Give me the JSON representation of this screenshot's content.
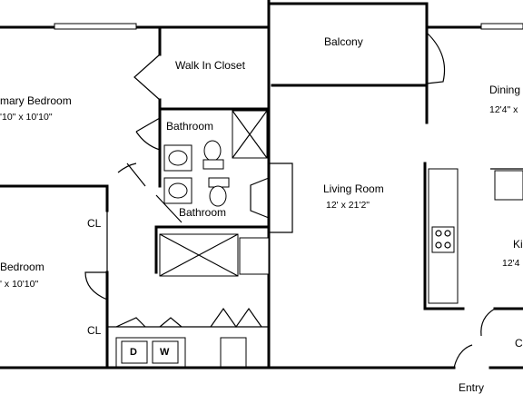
{
  "rooms": {
    "primary_bedroom": {
      "name": "mary Bedroom",
      "dims": "'10\" x 10'10\""
    },
    "walk_in_closet": {
      "name": "Walk In Closet"
    },
    "balcony": {
      "name": "Balcony"
    },
    "dining": {
      "name": "Dining",
      "dims": "12'4\" x"
    },
    "bathroom_1": {
      "name": "Bathroom"
    },
    "bathroom_2": {
      "name": "Bathroom"
    },
    "living_room": {
      "name": "Living Room",
      "dims": "12' x 21'2\""
    },
    "bedroom_2": {
      "name": "Bedroom",
      "dims": "' x 10'10\""
    },
    "closet_1": {
      "name": "CL"
    },
    "closet_2": {
      "name": "CL"
    },
    "kitchen": {
      "name": "Ki",
      "dims": "12'4"
    },
    "closet_3": {
      "name": "C"
    },
    "entry": {
      "name": "Entry"
    }
  },
  "appliances": {
    "dryer": "D",
    "washer": "W"
  }
}
